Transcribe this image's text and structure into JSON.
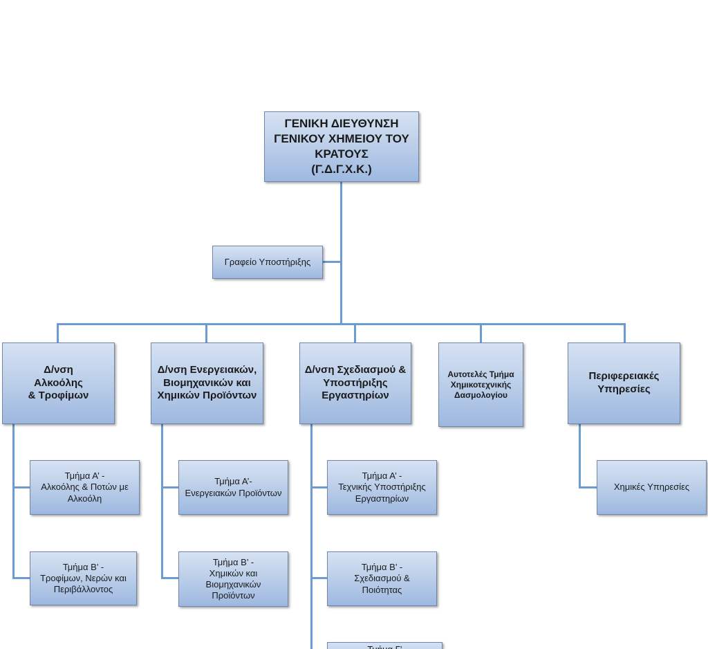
{
  "org_chart": {
    "top": "ΓΕΝΙΚΗ ΔΙΕΥΘΥΝΣΗ\nΓΕΝΙΚΟΥ ΧΗΜΕΙΟΥ ΤΟΥ\nΚΡΑΤΟΥΣ\n(Γ.Δ.Γ.Χ.Κ.)",
    "support_office": "Γραφείο Υποστήριξης",
    "directorates": {
      "alcohol": "Δ/νση\nΑλκοόλης\n& Τροφίμων",
      "energy": "Δ/νση Ενεργειακών,\nΒιομηχανικών και\nΧημικών Προϊόντων",
      "planning": "Δ/νση Σχεδιασμού &\nΥποστήριξης\nΕργαστηρίων",
      "tariff": "Αυτοτελές Τμήμα\nΧημικοτεχνικής\nΔασμολογίου",
      "regional": "Περιφερειακές\nΥπηρεσίες"
    },
    "departments": {
      "alcohol_a": "Τμήμα Α’ -\nΑλκοόλης & Ποτών με\nΑλκοόλη",
      "alcohol_b": "Τμήμα Β’ -\nΤροφίμων, Νερών και\nΠεριβάλλοντος",
      "energy_a": "Τμήμα Α’-\nΕνεργειακών Προϊόντων",
      "energy_b": "Τμήμα Β’ -\nΧημικών και\nΒιομηχανικών\nΠροϊόντων",
      "planning_a": "Τμήμα Α’ -\nΤεχνικής Υποστήριξης\nΕργαστηρίων",
      "planning_b": "Τμήμα Β’ -\nΣχεδιασμού &\nΠοιότητας",
      "planning_c": "Τμήμα Γ’",
      "regional_a": "Χημικές Υπηρεσίες"
    }
  }
}
